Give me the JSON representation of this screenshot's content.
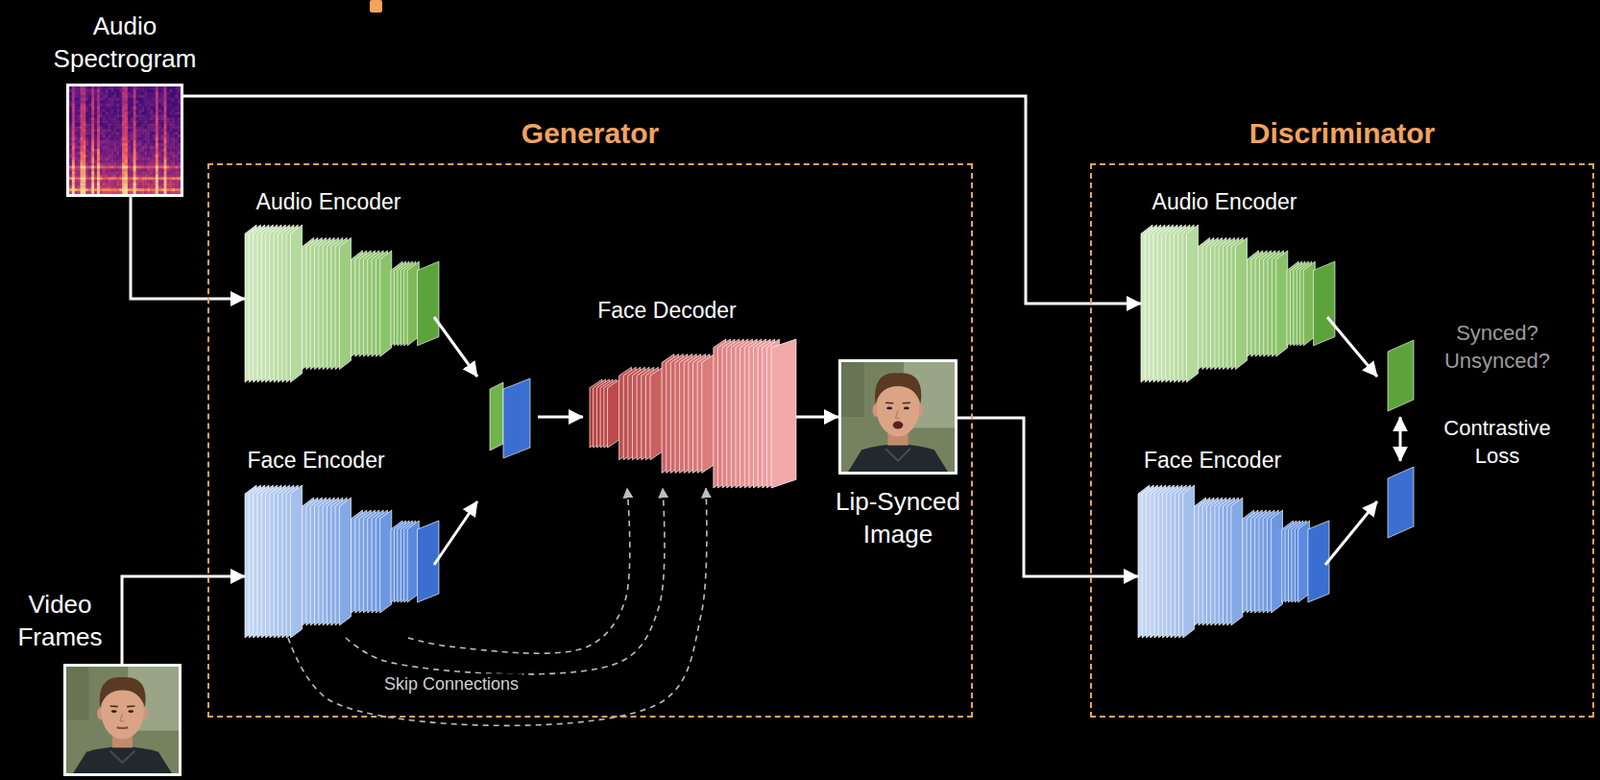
{
  "diagram": {
    "nodes": [
      {
        "text": [
          "Audio Spectrogram"
        ]
      },
      {
        "text": [
          "Generator"
        ]
      },
      {
        "text": [
          "Audio Encoder"
        ],
        "in": 1
      },
      {
        "text": [
          "Face Encoder"
        ],
        "in": 1
      },
      {
        "text": [
          "Face Decoder"
        ],
        "in": 1
      },
      {
        "text": [
          "Lip-Synced Image"
        ],
        "in": 1
      },
      {
        "text": [
          "Discriminator"
        ]
      },
      {
        "text": [
          "Audio Encoder"
        ],
        "in": 6
      },
      {
        "text": [
          "Face Encoder"
        ],
        "in": 6
      },
      {
        "text": [
          "Video Frames"
        ]
      }
    ],
    "edges": [
      {
        "from": 0,
        "to": 2,
        "arrow": "to"
      },
      {
        "from": 0,
        "to": 7,
        "arrow": "to"
      },
      {
        "from": 9,
        "to": 3,
        "arrow": "to"
      },
      {
        "from": 3,
        "to": 4,
        "arrow": "to"
      },
      {
        "from": 3,
        "to": 4,
        "arrow": "to"
      },
      {
        "from": 3,
        "to": 4,
        "arrow": "to"
      },
      {
        "from": 4,
        "to": 5,
        "arrow": "to"
      },
      {
        "from": 5,
        "to": 8,
        "arrow": "to"
      }
    ],
    "labels": [
      "Skip Connections",
      "Synced? Unsynced?",
      "Contrastive Loss"
    ]
  }
}
